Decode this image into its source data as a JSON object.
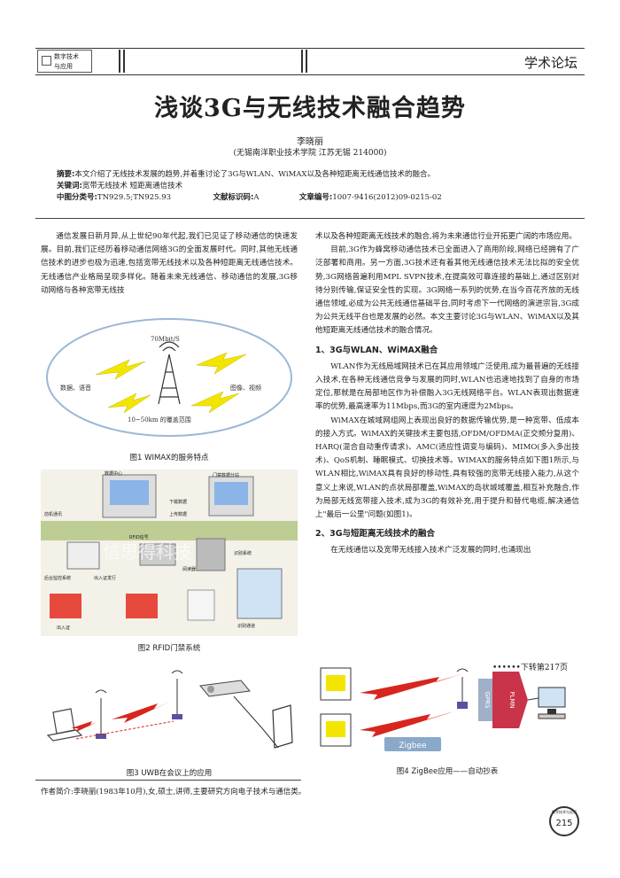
{
  "header": {
    "journal_line1": "数字技术",
    "journal_line2": "与应用",
    "section": "学术论坛"
  },
  "article": {
    "title": "浅谈3G与无线技术融合趋势",
    "author": "李晓丽",
    "affiliation": "(无锡南洋职业技术学院  江苏无锡  214000)",
    "abstract_label": "摘要:",
    "abstract": "本文介绍了无线技术发展的趋势,并着重讨论了3G与WLAN、WiMAX以及各种短距离无线通信技术的融合。",
    "keywords_label": "关键词:",
    "keywords": "宽带无线技术  短距离通信技术",
    "clc_label": "中图分类号:",
    "clc": "TN929.5;TN925.93",
    "doc_code_label": "文献标识码:",
    "doc_code": "A",
    "article_no_label": "文章编号:",
    "article_no": "1007-9416(2012)09-0215-02"
  },
  "left_intro": "通信发展日新月异,从上世纪90年代起,我们已见证了移动通信的快速发展。目前,我们正经历着移动通信网络3G的全面发展时代。同时,其他无线通信技术的进步也极为迅速,包括宽带无线技术以及各种短距离无线通信技术。无线通信产业格局呈现多样化。随着未来无线通信、移动通信的发展,3G移动网络与各种宽带无线技",
  "right_col": {
    "p1": "术以及各种短距离无线技术的融合,将为未来通信行业开拓更广阔的市场应用。",
    "p2": "目前,3G作为蜂窝移动通信技术已全面进入了商用阶段,网络已经拥有了广泛部署和商用。另一方面,3G技术还有着其他无线通信技术无法比拟的安全优势,3G网络普遍利用MPL SVPN技术,在提高效可靠连接的基础上,通过区别对待分别传输,保证安全性的实现。3G网络一系列的优势,在当今百花齐放的无线通信领域,必成为公共无线通信基础平台,同时考虑下一代网络的演进宗旨,3G成为公共无线平台也是发展的必然。本文主要讨论3G与WLAN、WiMAX以及其他短距离无线通信技术的融合情况。",
    "h1": "1、3G与WLAN、WiMAX融合",
    "p3": "WLAN作为无线局域网技术已在其应用领域广泛使用,成为最普遍的无线接入技术,在各种无线通信竞争与发展的同时,WLAN也迅速地找到了自身的市场定位,那就是在局部地区作为补偿融入3G无线网络平台。WLAN表现出数据速率的优势,最高速率为11Mbps,而3G的室内速度为2Mbps。",
    "p4": "WiMAX在城域网组网上表现出良好的数据传输优势,是一种宽带、低成本的接入方式。WiMAX的关键技术主要包括,OFDM/OFDMA(正交频分复用)、HARQ(混合自动重传请求)、AMC(适应性调变与编码)、MIMO(多入多出技术)、QoS机制、睡眠模式、切换技术等。WIMAX的服务特点如下图1所示,与WLAN相比,WiMAX具有良好的移动性,具有较强的宽带无线接入能力,从这个意义上来说,WLAN的点状局部覆盖,WiMAX的岛状城域覆盖,相互补充融合,作为局部无线宽带接入技术,成为3G的有效补充,用于提升和替代电缆,解决通信上\"最后一公里\"问题(如图1)。",
    "h2": "2、3G与短距离无线技术的融合",
    "p5": "在无线通信以及宽带无线接入技术广泛发展的同时,也涌现出",
    "continue": "••••••下转第217页"
  },
  "figures": {
    "fig1": {
      "caption": "图1 WIMAX的服务特点",
      "speed": "70Mbit/S",
      "left_label": "数据、语音",
      "right_label": "图像、视频",
      "coverage": "10~50km  的覆盖范围"
    },
    "fig2": {
      "caption": "图2 RFID门禁系统",
      "labels": [
        "数据中心",
        "门禁数据分站",
        "下载数据",
        "上传数据",
        "前机通讯",
        "RFID信号",
        "后台监控系统",
        "出入证发行",
        "出入证",
        "阅读器",
        "识别系统",
        "识别通道"
      ],
      "watermark": "信思得科技"
    },
    "fig3": {
      "caption": "图3 UWB在会议上的应用"
    },
    "fig4": {
      "caption": "图4 ZigBee应用——自动抄表",
      "gprs": "GPRS",
      "plmn": "PLMN",
      "zigbee": "Zigbee"
    }
  },
  "footnote": "作者简介:李晓丽(1983年10月),女,硕士,讲师,主要研究方向电子技术与通信类。",
  "page": {
    "number": "215",
    "badge_text": "数字技术与应用"
  },
  "colors": {
    "lightning": "#f2e600",
    "ellipse": "#9bb8d6",
    "zigbee_box": "#8aa8c8",
    "plmn": "#c9344b",
    "gprs": "#9fb0c8",
    "rf_red": "#d7261e"
  }
}
